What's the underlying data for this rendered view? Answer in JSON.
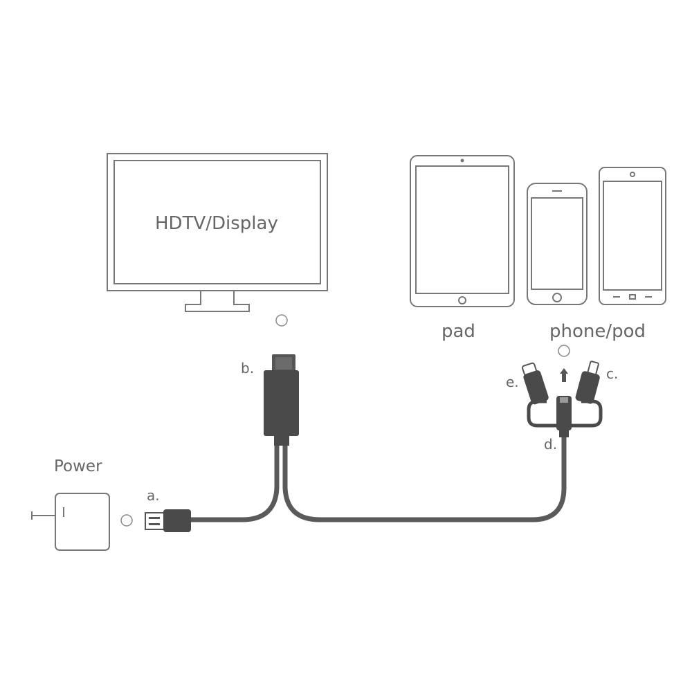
{
  "display": {
    "label": "HDTV/Display"
  },
  "devices": {
    "pad_label": "pad",
    "phone_label": "phone/pod"
  },
  "power": {
    "label": "Power"
  },
  "connectors": {
    "a": "a.",
    "b": "b.",
    "c": "c.",
    "d": "d.",
    "e": "e."
  },
  "colors": {
    "outline": "#777777",
    "cable": "#5a5a5a",
    "plug": "#4a4a4a",
    "text": "#666666"
  }
}
